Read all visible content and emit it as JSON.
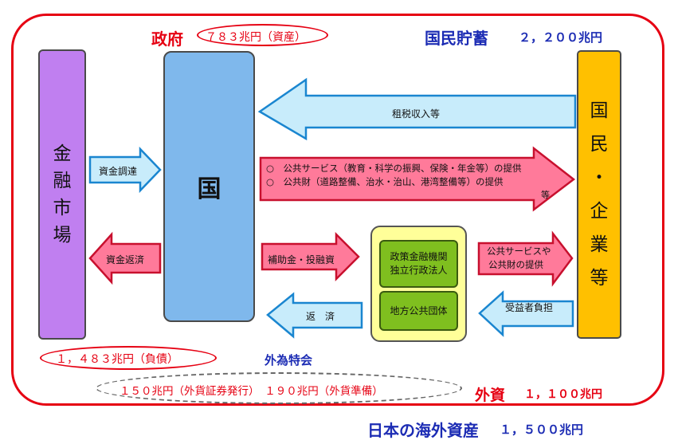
{
  "top": {
    "gov_title": "政府",
    "gov_assets": "７８３兆円（資産）",
    "savings_title": "国民貯蓄",
    "savings_value": "２，２００兆円"
  },
  "columns": {
    "market_chars": [
      "金",
      "融",
      "市",
      "場"
    ],
    "gov_label": "国",
    "people_chars": [
      "国",
      "民",
      "・",
      "企",
      "業",
      "等"
    ]
  },
  "flows": {
    "tax": "租税収入等",
    "services_line1": "○　公共サービス（教育・科学の振興、保険・年金等）の提供",
    "services_line2": "○　公共財（道路整備、治水・治山、港湾整備等）の提供",
    "services_suffix": "等",
    "funding": "資金調達",
    "repayment": "資金返済",
    "subsidy": "補助金・投融資",
    "return": "返　済",
    "services_small_line1": "公共サービスや",
    "services_small_line2": "公共財の提供",
    "beneficiary": "受益者負担"
  },
  "middle": {
    "box1_line1": "政策金融機関",
    "box1_line2": "独立行政法人",
    "box2": "地方公共団体"
  },
  "bottom": {
    "debt": "１，４８３兆円（負債）",
    "fx_special": "外為特会",
    "fx_line": "１５０兆円（外貨証券発行）　１９０兆円（外貨準備）",
    "fx_assets_title": "外資",
    "fx_assets_value": "１，１００兆円",
    "overseas_title": "日本の海外資産",
    "overseas_value": "１，５００兆円"
  },
  "colors": {
    "frame": "#e60012",
    "market": "#c07ff0",
    "government": "#7fb8ec",
    "people": "#ffc000",
    "pink_arrow": "#ff7a9a",
    "blue_arrow": "#c8ecfb",
    "title_blue": "#1c2cb4",
    "title_red": "#e60012"
  }
}
